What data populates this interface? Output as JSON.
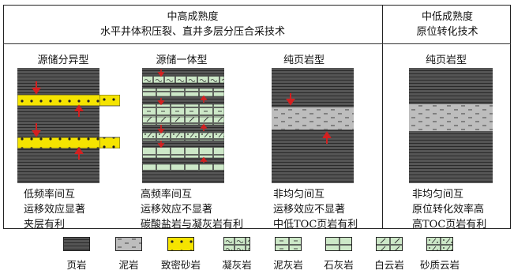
{
  "header": {
    "left_line1": "中高成熟度",
    "left_line2": "水平井体积压裂、直井多层分压合采技术",
    "right_line1": "中低成熟度",
    "right_line2": "原位转化技术"
  },
  "columns": [
    {
      "title": "源储分异型",
      "lines": [
        "低频率间互",
        "运移效应显著",
        "夹层有利"
      ]
    },
    {
      "title": "源储一体型",
      "lines": [
        "高频率间互",
        "运移效应不显著",
        "碳酸盐岩与凝灰岩有利"
      ]
    },
    {
      "title": "纯页岩型",
      "lines": [
        "非均匀间互",
        "运移效应不显著",
        "中低TOC页岩有利"
      ]
    },
    {
      "title": "纯页岩型",
      "lines": [
        "非均匀间互",
        "原位转化效率高",
        "高TOC页岩有利"
      ]
    }
  ],
  "legend": [
    {
      "label": "页岩",
      "icon": "shale-swatch"
    },
    {
      "label": "泥岩",
      "icon": "mudstone-swatch"
    },
    {
      "label": "致密砂岩",
      "icon": "tight-sandstone-swatch"
    },
    {
      "label": "凝灰岩",
      "icon": "tuff-swatch"
    },
    {
      "label": "泥灰岩",
      "icon": "marl-swatch"
    },
    {
      "label": "石灰岩",
      "icon": "limestone-swatch"
    },
    {
      "label": "白云岩",
      "icon": "dolomite-swatch"
    },
    {
      "label": "砂质云岩",
      "icon": "sandy-dolomite-swatch"
    }
  ],
  "colors": {
    "shale": "#4a4a4a",
    "mudstone": "#b8b8b8",
    "sandstone": "#f5e400",
    "carbonate": "#cde8c8",
    "arrow": "#d42020"
  }
}
